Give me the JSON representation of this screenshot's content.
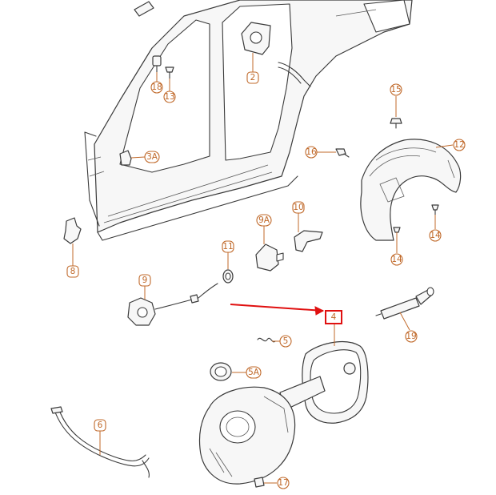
{
  "accent_color": "#c0692a",
  "highlight_color": "#e01010",
  "callouts": {
    "p2": "2",
    "p18": "18",
    "p13": "13",
    "p3a": "3A",
    "p15": "15",
    "p16": "16",
    "p12": "12",
    "p14a": "14",
    "p14b": "14",
    "p8": "8",
    "p9a": "9A",
    "p10": "10",
    "p11": "11",
    "p9": "9",
    "p4": "4",
    "p19": "19",
    "p5": "5",
    "p5a": "5A",
    "p6": "6",
    "p17": "17"
  }
}
